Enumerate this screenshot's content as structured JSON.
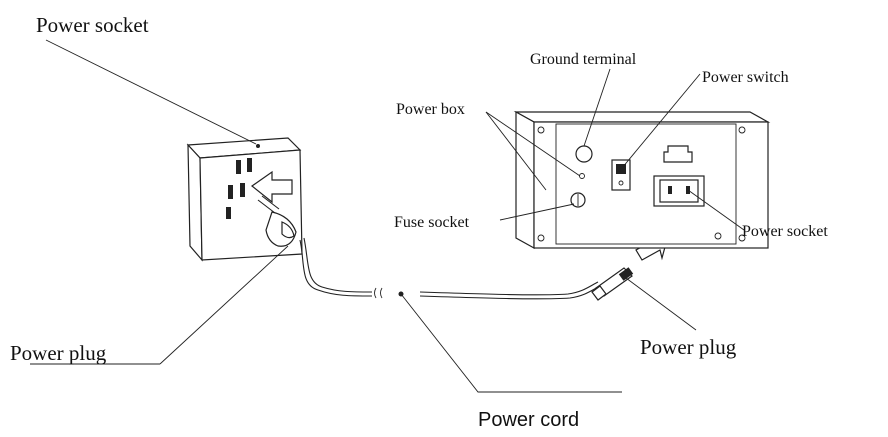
{
  "labels": {
    "power_socket_wall": "Power socket",
    "power_plug_left": "Power plug",
    "power_cord": "Power cord",
    "ground_terminal": "Ground terminal",
    "power_switch": "Power switch",
    "power_box": "Power box",
    "fuse_socket": "Fuse socket",
    "power_socket_panel": "Power socket",
    "power_plug_right": "Power plug"
  },
  "colors": {
    "line": "#222222",
    "text": "#111111",
    "background": "#ffffff"
  },
  "icons": [
    "wall-socket-icon",
    "insert-arrow-icon",
    "plug-icon",
    "power-panel-icon",
    "iec-plug-icon"
  ]
}
